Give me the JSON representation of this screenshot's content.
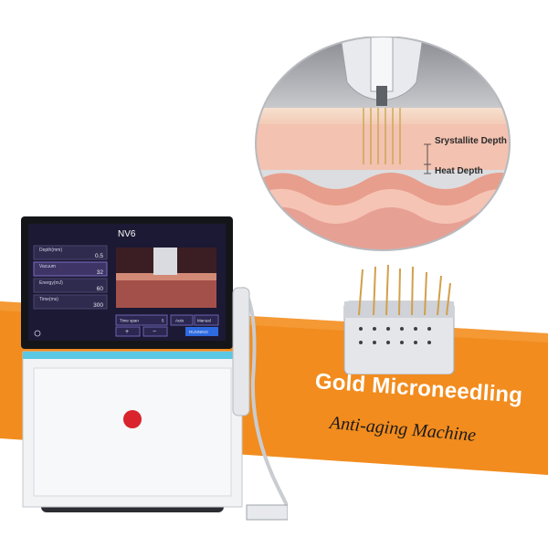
{
  "banner": {
    "title": "Gold Microneedling",
    "subtitle": "Anti-aging Machine",
    "color": "#f28c1e"
  },
  "zoom": {
    "label_srystallite": "Srystallite Depth",
    "label_heat": "Heat Depth"
  },
  "screen": {
    "logo": "NV6",
    "params": [
      {
        "label": "Depth(mm)",
        "value": "0.5"
      },
      {
        "label": "Vacuum",
        "value": "32"
      },
      {
        "label": "Energy(mJ)",
        "value": "60"
      },
      {
        "label": "Time(ms)",
        "value": "300"
      }
    ],
    "time_span_label": "Time span",
    "time_span_value": "5",
    "auto_label": "Auto",
    "manual_label": "Manual",
    "plus_label": "+",
    "minus_label": "−",
    "run_label": "RUNNING"
  }
}
